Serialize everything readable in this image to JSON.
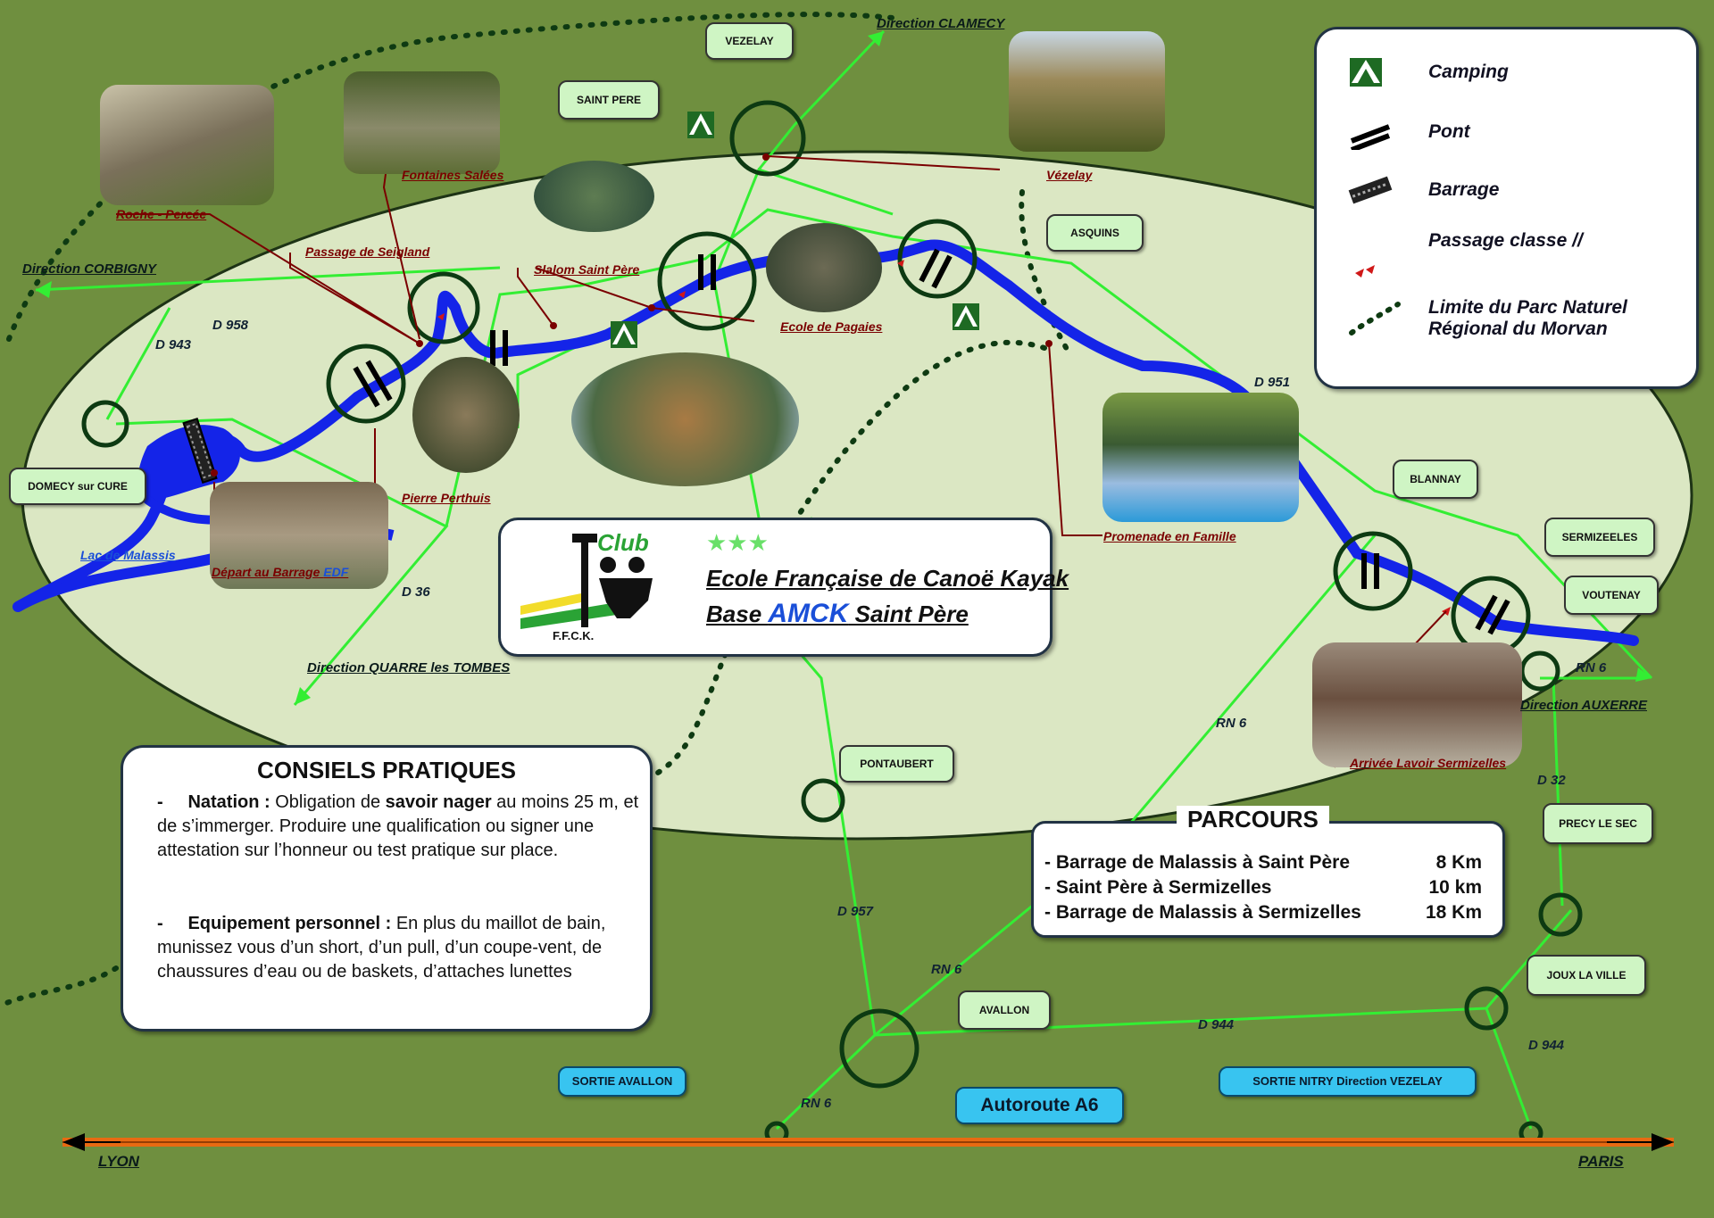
{
  "legend": {
    "camping": "Camping",
    "pont": "Pont",
    "barrage": "Barrage",
    "passage": "Passage classe  //",
    "limite_line1": "Limite du Parc Naturel",
    "limite_line2": "Régional du Morvan"
  },
  "title_box": {
    "club": "Club",
    "stars": "★★★",
    "ffck": "F.F.C.K.",
    "line1": "Ecole Française de Canoë Kayak",
    "line2_a": "Base ",
    "line2_b": "AMCK",
    "line2_c": " Saint Père"
  },
  "conseils": {
    "title": "CONSIELS PRATIQUES",
    "p1_label": "Natation :",
    "p1_a": " Obligation de ",
    "p1_bold": "savoir nager",
    "p1_b": " au moins 25 m, et de s’immerger. Produire une qualification ou signer une attestation sur l’honneur ou test pratique sur place.",
    "p2_label": "Equipement personnel :",
    "p2_text": " En plus du maillot de bain, munissez vous d’un short, d’un pull, d’un coupe-vent, de chaussures d’eau ou de baskets, d’attaches lunettes"
  },
  "parcours": {
    "title": "PARCOURS",
    "rows": [
      {
        "label": "- Barrage de Malassis à Saint Père",
        "dist": "8 Km"
      },
      {
        "label": "- Saint Père à Sermizelles",
        "dist": "10 km"
      },
      {
        "label": "- Barrage de Malassis à Sermizelles",
        "dist": "18 Km"
      }
    ]
  },
  "bubbles": {
    "vezelay": "VEZELAY",
    "saint_pere": "SAINT PERE",
    "asquins": "ASQUINS",
    "domecy": "DOMECY sur CURE",
    "blannay": "BLANNAY",
    "sermizeeles": "SERMIZEELES",
    "voutenay": "VOUTENAY",
    "pontaubert": "PONTAUBERT",
    "precy": "PRECY LE SEC",
    "joux": "JOUX LA VILLE",
    "avallon": "AVALLON",
    "sortie_avallon": "SORTIE AVALLON",
    "sortie_nitry": "SORTIE NITRY Direction VEZELAY",
    "autoroute": "Autoroute A6"
  },
  "places": {
    "roche": "Roche - Percée",
    "fontaines": "Fontaines Salées",
    "seigland": "Passage de Seigland",
    "slalom": "Slalom Saint Père",
    "pagaies": "Ecole de Pagaies",
    "vezelay": "Vézelay",
    "perthuis": "Pierre Perthuis",
    "depart_a": "Départ au Barrage ",
    "depart_b": "EDF",
    "promenade": "Promenade en Famille",
    "arrivee": "Arrivée Lavoir Sermizelles",
    "lac": "Lac de Malassis"
  },
  "directions": {
    "clamecy": "Direction CLAMECY",
    "corbigny": "Direction CORBIGNY",
    "quarre": "Direction QUARRE les TOMBES",
    "auxerre": "Direction AUXERRE",
    "lyon": "LYON",
    "paris": "PARIS"
  },
  "roads": {
    "d958": "D 958",
    "d943": "D 943",
    "d36": "D 36",
    "d951": "D 951",
    "rn6_a": "RN 6",
    "rn6_b": "RN 6",
    "rn6_c": "RN 6",
    "rn6_d": "RN 6",
    "d32": "D 32",
    "d957": "D 957",
    "d944_a": "D 944",
    "d944_b": "D 944"
  },
  "colors": {
    "background": "#6f8f3f",
    "park": "#dbe7c3",
    "river": "#1424e8",
    "road": "#33ee33",
    "motorway": "#e86a12",
    "title_blue": "#1a4fd8"
  }
}
